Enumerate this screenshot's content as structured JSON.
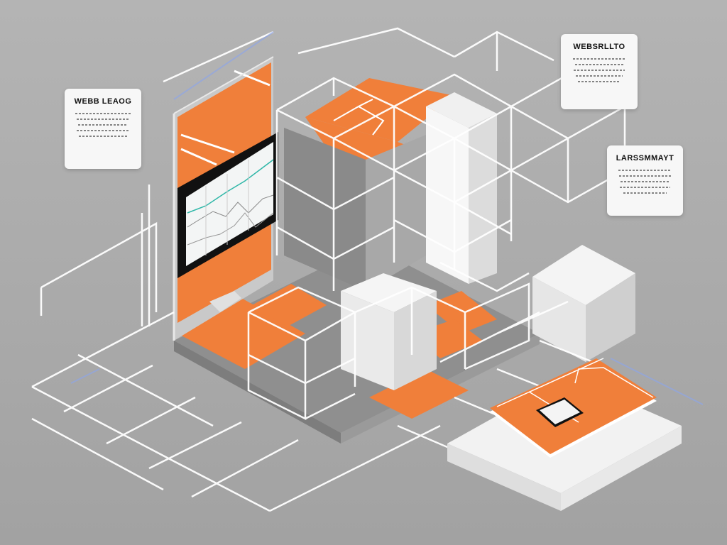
{
  "illustration": {
    "style": "isometric",
    "colors": {
      "background": "#a9a9a9",
      "floor_dark": "#8e8e8e",
      "grid_line": "#ffffff",
      "accent_orange": "#f07f3a",
      "panel_white": "#eeeeee",
      "monitor_frame": "#111111",
      "chart_line": "#2fb7a8",
      "glow_blue": "#8fa6e6"
    }
  },
  "cards": [
    {
      "id": "left",
      "title": "WEBB LEAOG",
      "line_count": 5
    },
    {
      "id": "top-right",
      "title": "WEBSRLLTO",
      "line_count": 5
    },
    {
      "id": "right",
      "title": "LARSSMMAYT",
      "line_count": 5
    }
  ],
  "monitor": {
    "screen": "line-chart"
  },
  "tablet": {
    "screen": "small-device"
  }
}
